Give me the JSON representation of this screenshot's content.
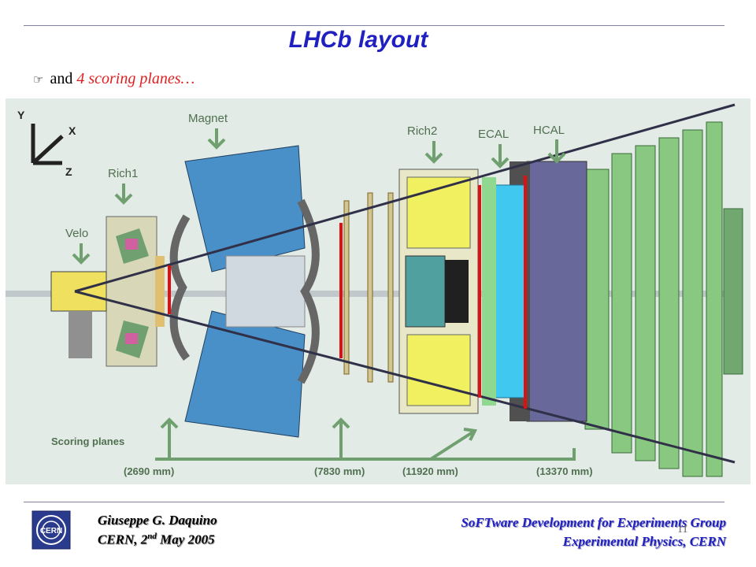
{
  "slide": {
    "title": "LHCb layout",
    "bullet_prefix": "and",
    "bullet_highlight": "4 scoring planes…",
    "page_number": "11"
  },
  "diagram": {
    "labels": {
      "axis_y": "Y",
      "axis_x": "X",
      "axis_z": "Z",
      "magnet": "Magnet",
      "rich1": "Rich1",
      "velo": "Velo",
      "rich2": "Rich2",
      "ecal": "ECAL",
      "hcal": "HCAL",
      "scoring": "Scoring planes",
      "pos1": "(2690  mm)",
      "pos2": "(7830 mm)",
      "pos3": "(11920 mm)",
      "pos4": "(13370 mm)"
    }
  },
  "footer": {
    "author": "Giuseppe G. Daquino",
    "date_prefix": "CERN, 2",
    "date_sup": "nd",
    "date_suffix": " May 2005",
    "group": "SoFTware Development for Experiments Group",
    "dept": "Experimental Physics, CERN",
    "logo_text": "CERN"
  },
  "colors": {
    "title": "#2020c0",
    "highlight": "#e02020",
    "diagram_bg": "#e2ebe6",
    "muon": "#88c880",
    "hcal": "#68689a",
    "ecal": "#40c8f0",
    "magnet": "#4a90c8",
    "rich2": "#f0f060",
    "scoring_line": "#e01010"
  }
}
